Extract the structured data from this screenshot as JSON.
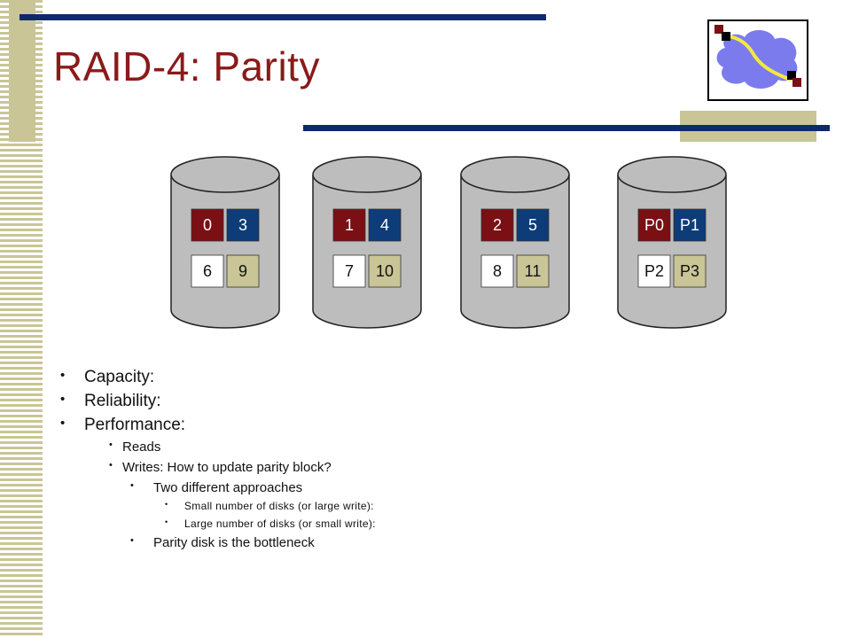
{
  "slide": {
    "title": "RAID-4: Parity"
  },
  "colors": {
    "title": "#8b1a1a",
    "accent_bar": "#0d2b6b",
    "stripe": "#c9c596",
    "block_red": "#7a0f14",
    "block_blue": "#0d3c78",
    "block_white": "#ffffff",
    "block_khaki": "#c9c596",
    "disk_body": "#bdbdbd"
  },
  "disks": [
    {
      "blocks": [
        {
          "label": "0",
          "style": "red"
        },
        {
          "label": "3",
          "style": "blue"
        },
        {
          "label": "6",
          "style": "white"
        },
        {
          "label": "9",
          "style": "khaki"
        }
      ]
    },
    {
      "blocks": [
        {
          "label": "1",
          "style": "red"
        },
        {
          "label": "4",
          "style": "blue"
        },
        {
          "label": "7",
          "style": "white"
        },
        {
          "label": "10",
          "style": "khaki"
        }
      ]
    },
    {
      "blocks": [
        {
          "label": "2",
          "style": "red"
        },
        {
          "label": "5",
          "style": "blue"
        },
        {
          "label": "8",
          "style": "white"
        },
        {
          "label": "11",
          "style": "khaki"
        }
      ]
    },
    {
      "blocks": [
        {
          "label": "P0",
          "style": "red"
        },
        {
          "label": "P1",
          "style": "blue"
        },
        {
          "label": "P2",
          "style": "white"
        },
        {
          "label": "P3",
          "style": "khaki"
        }
      ]
    }
  ],
  "bullets": {
    "capacity": "Capacity:",
    "reliability": "Reliability:",
    "performance": "Performance:",
    "reads": "Reads",
    "writes": "Writes: How to update parity block?",
    "approaches": "Two different approaches",
    "small_disks": "Small number of disks (or large write):",
    "large_disks": "Large number of disks (or small write):",
    "bottleneck": "Parity disk is the bottleneck"
  }
}
